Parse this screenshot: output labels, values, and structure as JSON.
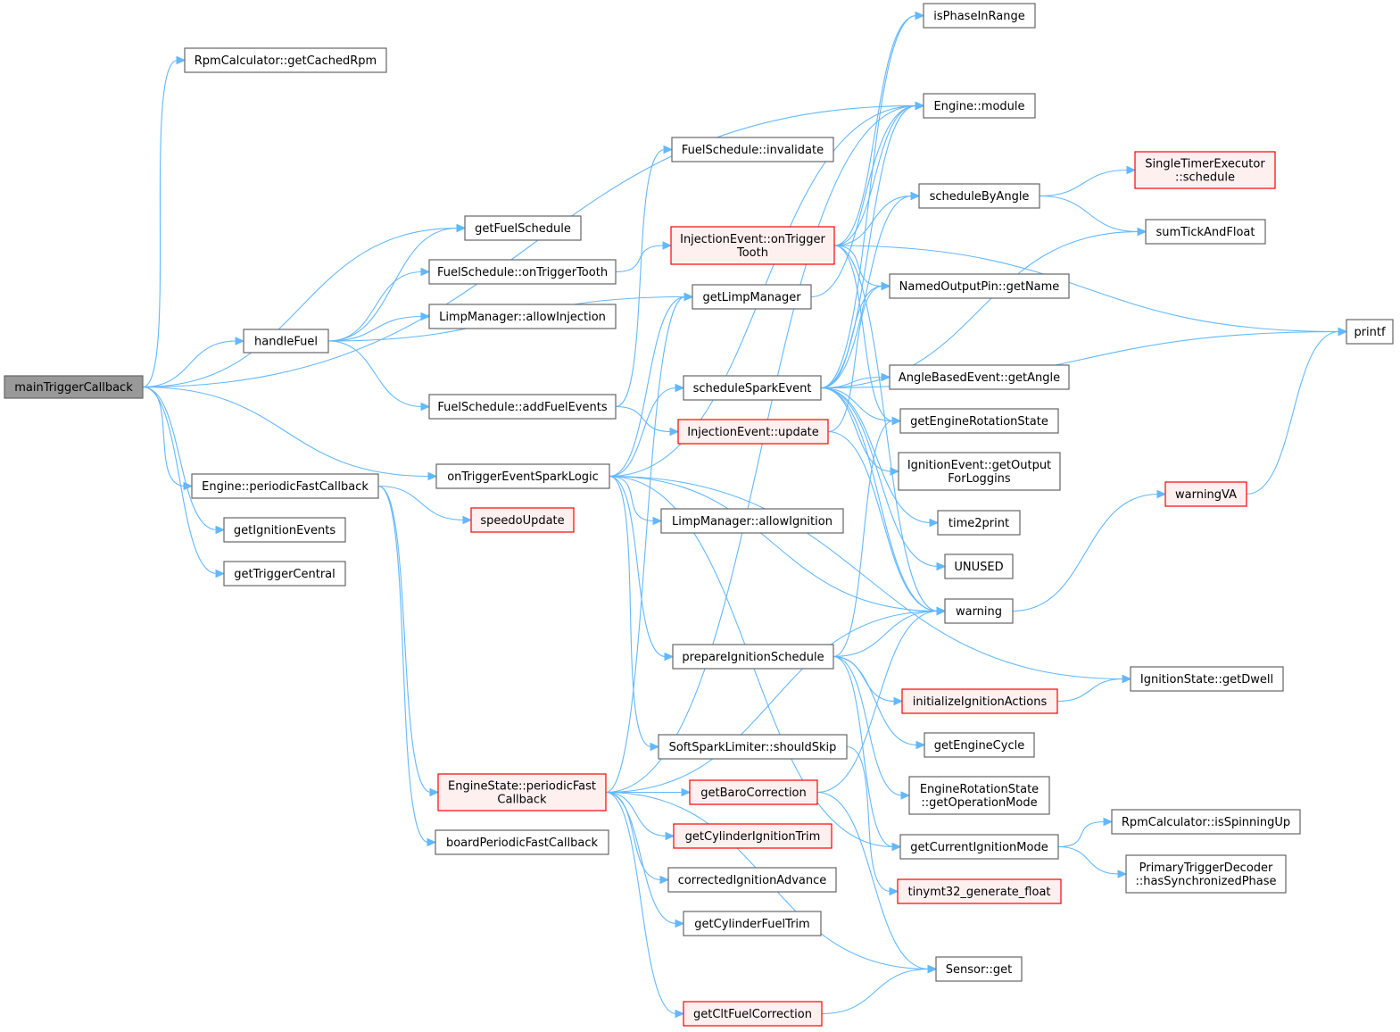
{
  "diagram": {
    "type": "call-graph",
    "colors": {
      "edge": "#63b8ff",
      "node_border": "#666666",
      "highlight_border": "#ff0000",
      "highlight_fill": "#fff0f0",
      "root_fill": "#999999"
    },
    "nodes": [
      {
        "id": "main",
        "lines": [
          "mainTriggerCallback"
        ],
        "style": "root"
      },
      {
        "id": "rpmCached",
        "lines": [
          "RpmCalculator::getCachedRpm"
        ]
      },
      {
        "id": "getFuelSchedule",
        "lines": [
          "getFuelSchedule"
        ]
      },
      {
        "id": "handleFuel",
        "lines": [
          "handleFuel"
        ]
      },
      {
        "id": "enginePFC",
        "lines": [
          "Engine::periodicFastCallback"
        ]
      },
      {
        "id": "getIgnitionEvents",
        "lines": [
          "getIgnitionEvents"
        ]
      },
      {
        "id": "getTriggerCentral",
        "lines": [
          "getTriggerCentral"
        ]
      },
      {
        "id": "fsOnTrigger",
        "lines": [
          "FuelSchedule::onTriggerTooth"
        ]
      },
      {
        "id": "limpAllowInj",
        "lines": [
          "LimpManager::allowInjection"
        ]
      },
      {
        "id": "fsAddFuel",
        "lines": [
          "FuelSchedule::addFuelEvents"
        ]
      },
      {
        "id": "onTrigSpark",
        "lines": [
          "onTriggerEventSparkLogic"
        ]
      },
      {
        "id": "speedoUpdate",
        "lines": [
          "speedoUpdate"
        ],
        "style": "red"
      },
      {
        "id": "esPFC",
        "lines": [
          "EngineState::periodicFast",
          "Callback"
        ],
        "style": "red"
      },
      {
        "id": "boardPFC",
        "lines": [
          "boardPeriodicFastCallback"
        ]
      },
      {
        "id": "fsInvalidate",
        "lines": [
          "FuelSchedule::invalidate"
        ]
      },
      {
        "id": "injOnTrig",
        "lines": [
          "InjectionEvent::onTrigger",
          "Tooth"
        ],
        "style": "red"
      },
      {
        "id": "getLimpManager",
        "lines": [
          "getLimpManager"
        ]
      },
      {
        "id": "scheduleSpark",
        "lines": [
          "scheduleSparkEvent"
        ]
      },
      {
        "id": "injUpdate",
        "lines": [
          "InjectionEvent::update"
        ],
        "style": "red"
      },
      {
        "id": "limpAllowIgn",
        "lines": [
          "LimpManager::allowIgnition"
        ]
      },
      {
        "id": "prepIgn",
        "lines": [
          "prepareIgnitionSchedule"
        ]
      },
      {
        "id": "softSpark",
        "lines": [
          "SoftSparkLimiter::shouldSkip"
        ]
      },
      {
        "id": "getBaro",
        "lines": [
          "getBaroCorrection"
        ],
        "style": "red"
      },
      {
        "id": "getCylIgnTrim",
        "lines": [
          "getCylinderIgnitionTrim"
        ],
        "style": "red"
      },
      {
        "id": "corrIgnAdv",
        "lines": [
          "correctedIgnitionAdvance"
        ]
      },
      {
        "id": "getCylFuelTrim",
        "lines": [
          "getCylinderFuelTrim"
        ]
      },
      {
        "id": "getCltFuel",
        "lines": [
          "getCltFuelCorrection"
        ],
        "style": "red"
      },
      {
        "id": "isPhaseInRange",
        "lines": [
          "isPhaseInRange"
        ]
      },
      {
        "id": "engineModule",
        "lines": [
          "Engine::module"
        ]
      },
      {
        "id": "scheduleByAngle",
        "lines": [
          "scheduleByAngle"
        ]
      },
      {
        "id": "namedGetName",
        "lines": [
          "NamedOutputPin::getName"
        ]
      },
      {
        "id": "angleGetAngle",
        "lines": [
          "AngleBasedEvent::getAngle"
        ]
      },
      {
        "id": "getEngRotState",
        "lines": [
          "getEngineRotationState"
        ]
      },
      {
        "id": "ignGetOutput",
        "lines": [
          "IgnitionEvent::getOutput",
          "ForLoggins"
        ]
      },
      {
        "id": "time2print",
        "lines": [
          "time2print"
        ]
      },
      {
        "id": "UNUSED",
        "lines": [
          "UNUSED"
        ]
      },
      {
        "id": "warning",
        "lines": [
          "warning"
        ]
      },
      {
        "id": "initIgnActions",
        "lines": [
          "initializeIgnitionActions"
        ],
        "style": "red"
      },
      {
        "id": "getEngineCycle",
        "lines": [
          "getEngineCycle"
        ]
      },
      {
        "id": "engRotOpMode",
        "lines": [
          "EngineRotationState",
          "::getOperationMode"
        ]
      },
      {
        "id": "getCurIgnMode",
        "lines": [
          "getCurrentIgnitionMode"
        ]
      },
      {
        "id": "tinymt",
        "lines": [
          "tinymt32_generate_float"
        ],
        "style": "red"
      },
      {
        "id": "sensorGet",
        "lines": [
          "Sensor::get"
        ]
      },
      {
        "id": "singleTimer",
        "lines": [
          "SingleTimerExecutor",
          "::schedule"
        ],
        "style": "red"
      },
      {
        "id": "sumTick",
        "lines": [
          "sumTickAndFloat"
        ]
      },
      {
        "id": "printf",
        "lines": [
          "printf"
        ]
      },
      {
        "id": "warningVA",
        "lines": [
          "warningVA"
        ],
        "style": "red"
      },
      {
        "id": "ignGetDwell",
        "lines": [
          "IgnitionState::getDwell"
        ]
      },
      {
        "id": "rpmSpinUp",
        "lines": [
          "RpmCalculator::isSpinningUp"
        ]
      },
      {
        "id": "primaryTrig",
        "lines": [
          "PrimaryTriggerDecoder",
          "::hasSynchronizedPhase"
        ]
      }
    ]
  }
}
